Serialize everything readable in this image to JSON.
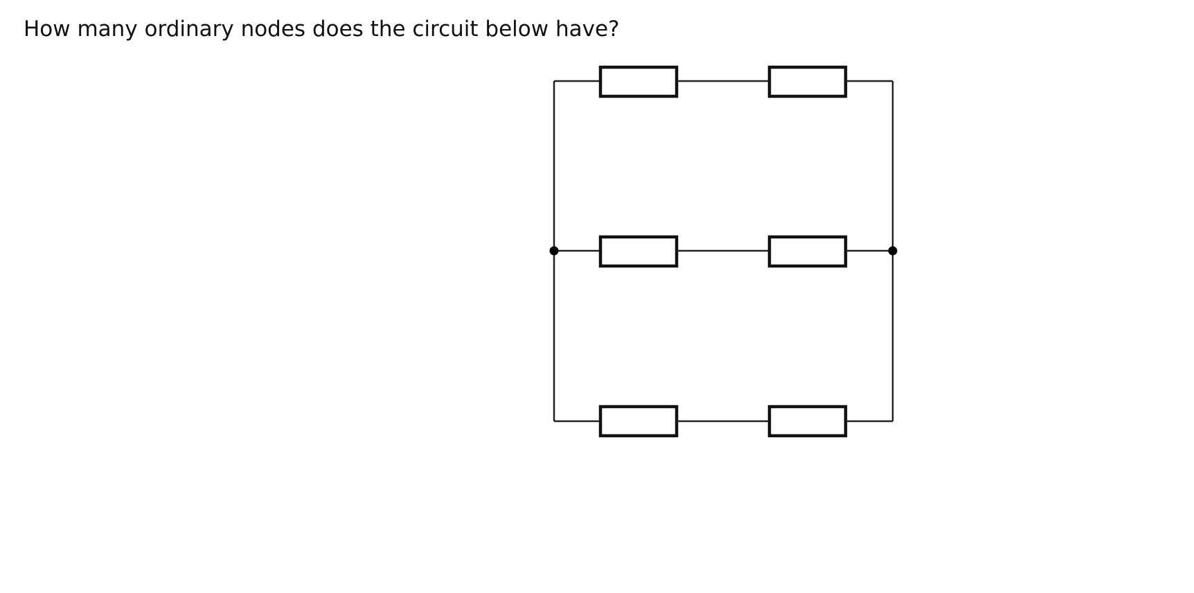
{
  "question": {
    "text": "How many ordinary nodes does the circuit below have?"
  },
  "circuit": {
    "branches": 3,
    "resistors_per_branch": 2,
    "junction_nodes_drawn": 2
  }
}
